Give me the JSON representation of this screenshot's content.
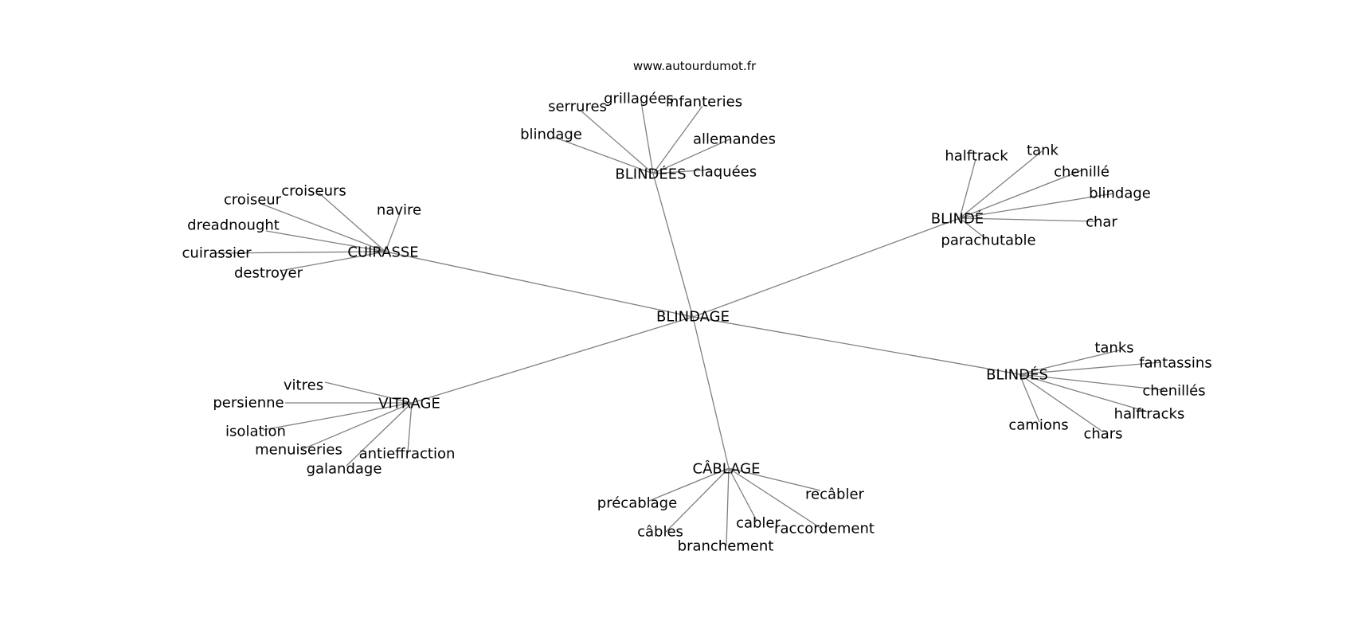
{
  "credit": "www.autourdumot.fr",
  "colors": {
    "edge": "#808080",
    "text": "#000000",
    "background": "#ffffff"
  },
  "center": "BLINDAGE",
  "clusters": [
    {
      "hub": "BLINDÉES",
      "words": [
        "serrures",
        "grillagées",
        "infanteries",
        "blindage",
        "allemandes",
        "claquées"
      ]
    },
    {
      "hub": "BLINDÉ",
      "words": [
        "halftrack",
        "tank",
        "chenillé",
        "blindage",
        "char",
        "parachutable"
      ]
    },
    {
      "hub": "BLINDÉS",
      "words": [
        "tanks",
        "fantassins",
        "chenillés",
        "halftracks",
        "chars",
        "camions"
      ]
    },
    {
      "hub": "CÂBLAGE",
      "words": [
        "recâbler",
        "précablage",
        "câbles",
        "cabler",
        "raccordement",
        "branchement"
      ]
    },
    {
      "hub": "VITRAGE",
      "words": [
        "vitres",
        "persienne",
        "isolation",
        "menuiseries",
        "antieffraction",
        "galandage"
      ]
    },
    {
      "hub": "CUIRASSE",
      "words": [
        "croiseurs",
        "croiseur",
        "navire",
        "dreadnought",
        "cuirassier",
        "destroyer"
      ]
    }
  ]
}
